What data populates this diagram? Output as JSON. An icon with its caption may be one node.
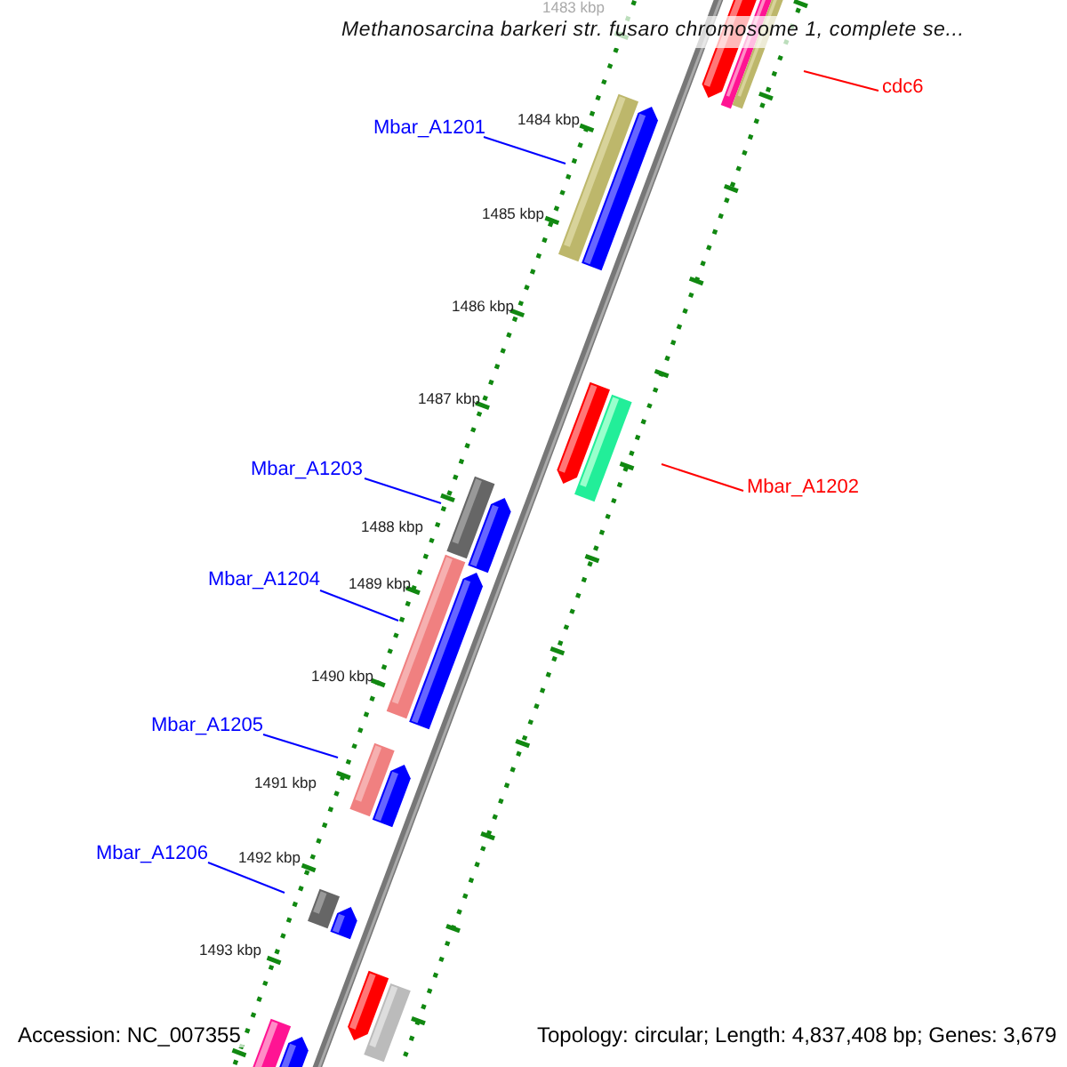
{
  "diagram": {
    "title": "Methanosarcina barkeri str. fusaro chromosome 1, complete se...",
    "nodes": [
      {
        "text": [
          "cdc6"
        ]
      },
      {
        "text": [
          "Mbar_A1201"
        ]
      },
      {
        "text": [
          "Mbar_A1203"
        ]
      },
      {
        "text": [
          "Mbar_A1202"
        ]
      },
      {
        "text": [
          "Mbar_A1204"
        ]
      },
      {
        "text": [
          "Mbar_A1205"
        ]
      },
      {
        "text": [
          "Mbar_A1206"
        ]
      }
    ],
    "edges": [
      {
        "from": 0,
        "to": null,
        "arrow": "none",
        "color": "#ff0000"
      },
      {
        "from": 1,
        "to": null,
        "arrow": "none"
      },
      {
        "from": 2,
        "to": null,
        "arrow": "none"
      },
      {
        "from": 3,
        "to": null,
        "arrow": "none",
        "color": "#ff0000"
      },
      {
        "from": 4,
        "to": null,
        "arrow": "none"
      },
      {
        "from": 5,
        "to": null,
        "arrow": "none"
      },
      {
        "from": 6,
        "to": null,
        "arrow": "none"
      }
    ],
    "labels": [
      "1483 kbp",
      "1484 kbp",
      "1485 kbp",
      "1486 kbp",
      "1487 kbp",
      "1488 kbp",
      "1489 kbp",
      "1490 kbp",
      "1491 kbp",
      "1492 kbp",
      "1493 kbp",
      "Accession: NC_007355",
      "Topology: circular; Length: 4,837,408 bp; Genes: 3,679"
    ]
  }
}
